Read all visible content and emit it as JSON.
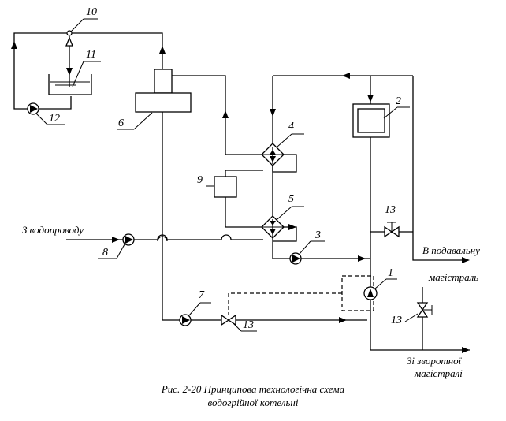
{
  "labels": {
    "n1": "1",
    "n2": "2",
    "n3": "3",
    "n4": "4",
    "n5": "5",
    "n6": "6",
    "n7": "7",
    "n8": "8",
    "n9": "9",
    "n10": "10",
    "n11": "11",
    "n12": "12",
    "n13a": "13",
    "n13b": "13",
    "n13c": "13",
    "water_supply": "З водопроводу",
    "supply_line_1": "В подавальну",
    "supply_line_2": "магістраль",
    "return_line_1": "Зі зворотної",
    "return_line_2": "магістралі"
  },
  "caption": {
    "line1": "Рис. 2-20 Принципова технологічна схема",
    "line2": "водогрійної котельні"
  }
}
